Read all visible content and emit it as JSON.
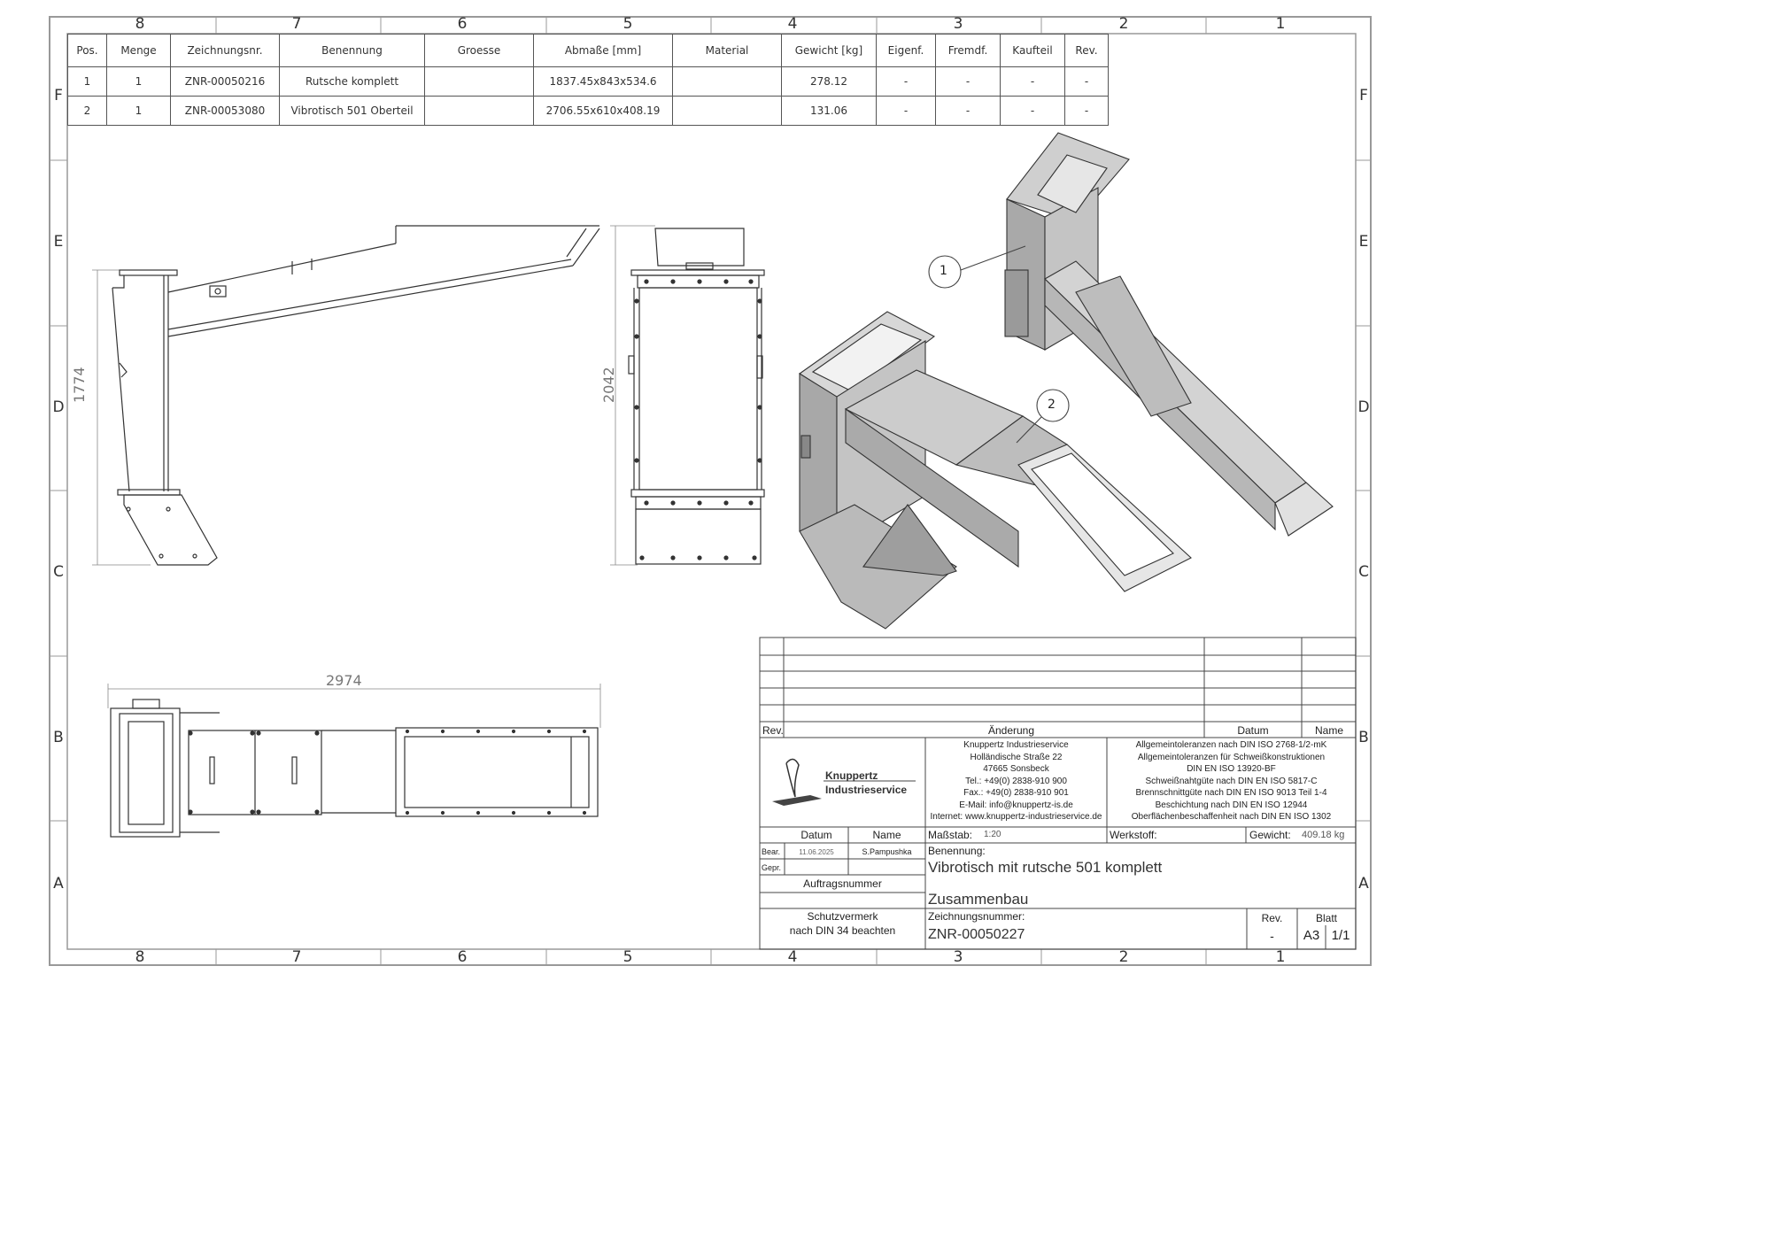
{
  "zones": {
    "columns": [
      "8",
      "7",
      "6",
      "5",
      "4",
      "3",
      "2",
      "1"
    ],
    "rows": [
      "F",
      "E",
      "D",
      "C",
      "B",
      "A"
    ]
  },
  "bom": {
    "headers": [
      "Pos.",
      "Menge",
      "Zeichnungsnr.",
      "Benennung",
      "Groesse",
      "Abmaße [mm]",
      "Material",
      "Gewicht [kg]",
      "Eigenf.",
      "Fremdf.",
      "Kaufteil",
      "Rev."
    ],
    "rows": [
      [
        "1",
        "1",
        "ZNR-00050216",
        "Rutsche komplett",
        "",
        "1837.45x843x534.6",
        "",
        "278.12",
        "-",
        "-",
        "-",
        "-"
      ],
      [
        "2",
        "1",
        "ZNR-00053080",
        "Vibrotisch 501 Oberteil",
        "",
        "2706.55x610x408.19",
        "",
        "131.06",
        "-",
        "-",
        "-",
        "-"
      ]
    ]
  },
  "dimensions": {
    "side_height": "1774",
    "front_height": "2042",
    "top_length": "2974"
  },
  "balloons": [
    "1",
    "2"
  ],
  "title_block": {
    "rev_label": "Rev.",
    "change_label": "Änderung",
    "date_label": "Datum",
    "name_label": "Name",
    "company": {
      "logo_line1": "Knuppertz",
      "logo_line2": "Industrieservice",
      "address": [
        "Knuppertz Industrieservice",
        "Holländische Straße 22",
        "47665 Sonsbeck",
        "Tel.: +49(0) 2838-910 900",
        "Fax.: +49(0) 2838-910 901",
        "E-Mail: info@knuppertz-is.de",
        "Internet: www.knuppertz-industrieservice.de"
      ]
    },
    "tolerances": [
      "Allgemeintoleranzen nach DIN ISO 2768-1/2-mK",
      "Allgemeintoleranzen für Schweißkonstruktionen",
      "DIN EN ISO 13920-BF",
      "Schweißnahtgüte nach DIN EN ISO 5817-C",
      "Brennschnittgüte nach DIN EN ISO 9013 Teil 1-4",
      "Beschichtung nach DIN EN ISO 12944",
      "Oberflächenbeschaffenheit nach DIN EN ISO 1302"
    ],
    "datum_label": "Datum",
    "name_col_label": "Name",
    "bear_label": "Bear.",
    "bear_date": "11.06.2025",
    "bear_name": "S.Pampushka",
    "gepr_label": "Gepr.",
    "massstab_label": "Maßstab:",
    "massstab_value": "1:20",
    "werkstoff_label": "Werkstoff:",
    "gewicht_label": "Gewicht:",
    "gewicht_value": "409.18 kg",
    "benennung_label": "Benennung:",
    "benennung_value": "Vibrotisch mit rutsche 501 komplett",
    "auftrag_label": "Auftragsnummer",
    "zusammenbau": "Zusammenbau",
    "schutz_line1": "Schutzvermerk",
    "schutz_line2": "nach DIN 34 beachten",
    "zeichnungsnummer_label": "Zeichnungsnummer:",
    "zeichnungsnummer_value": "ZNR-00050227",
    "rev_label2": "Rev.",
    "rev_value": "-",
    "blatt_label": "Blatt",
    "format": "A3",
    "blatt_value": "1/1"
  }
}
